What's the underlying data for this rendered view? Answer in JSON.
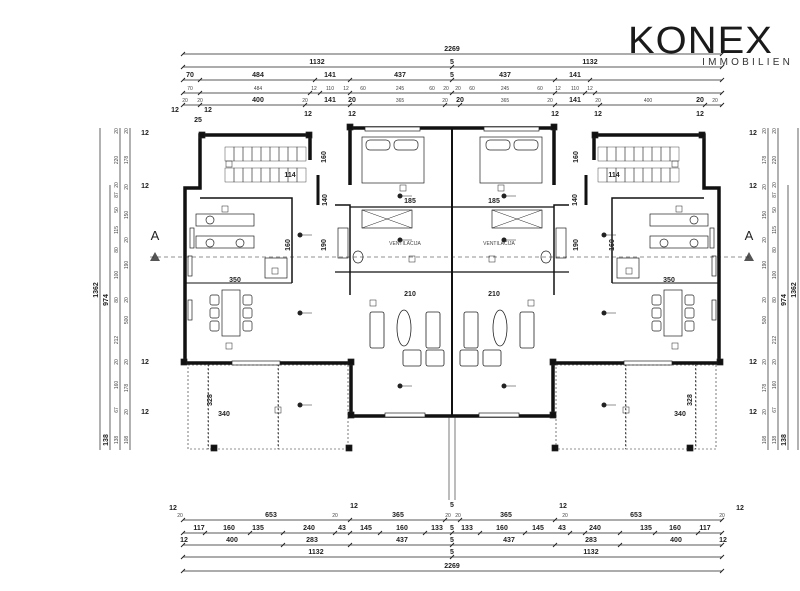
{
  "logo": {
    "name": "KONEX",
    "subtitle": "IMMOBILIEN"
  },
  "section_marker": "A",
  "top_dimensions": {
    "row1": [
      "2269"
    ],
    "row2": [
      "1132",
      "5",
      "1132"
    ],
    "row3": [
      "70",
      "484",
      "141",
      "437",
      "5",
      "437",
      "141"
    ],
    "row4": [
      "70",
      "484",
      "12",
      "110",
      "12",
      "60",
      "245",
      "60",
      "20",
      "20",
      "60",
      "245",
      "60",
      "12",
      "110",
      "12"
    ],
    "row5": [
      "20",
      "20",
      "400",
      "20",
      "141",
      "20",
      "365",
      "20",
      "20",
      "365",
      "20",
      "141",
      "20",
      "400",
      "20",
      "20"
    ],
    "ticks": [
      "12",
      "12",
      "25",
      "12",
      "12",
      "12",
      "12",
      "12"
    ]
  },
  "bottom_dimensions": {
    "row1": [
      "20",
      "653",
      "20",
      "365",
      "20",
      "20",
      "365",
      "20",
      "653",
      "20"
    ],
    "row2": [
      "117",
      "160",
      "135",
      "240",
      "43",
      "145",
      "160",
      "133",
      "5",
      "133",
      "160",
      "145",
      "43",
      "240",
      "135",
      "160",
      "117"
    ],
    "row3": [
      "12",
      "400",
      "283",
      "437",
      "5",
      "437",
      "283",
      "400",
      "12"
    ],
    "row4": [
      "1132",
      "5",
      "1132"
    ],
    "row5": [
      "2269"
    ],
    "ticks": [
      "12",
      "12",
      "5",
      "12",
      "12"
    ]
  },
  "side_dimensions": {
    "total": "1362",
    "body": [
      "974",
      "138"
    ],
    "col3": [
      "20",
      "220",
      "20",
      "87",
      "50",
      "115",
      "80",
      "100",
      "80",
      "212",
      "20",
      "160",
      "67",
      "138"
    ],
    "col4": [
      "20",
      "178",
      "20",
      "150",
      "20",
      "190",
      "20",
      "500",
      "20",
      "178",
      "20",
      "108"
    ],
    "ticks": [
      "12",
      "12",
      "12",
      "12"
    ]
  },
  "room_dimensions": {
    "dining_width": "350",
    "terrace_width": "340",
    "terrace_depth": "328",
    "stair_width": "114",
    "stair_height": "160",
    "hall_height": "140",
    "bath_width": "185",
    "living_width": "210",
    "corridor_height": "190",
    "kitchen_height": "160",
    "ventilation_label": "VENTILACIJA"
  }
}
